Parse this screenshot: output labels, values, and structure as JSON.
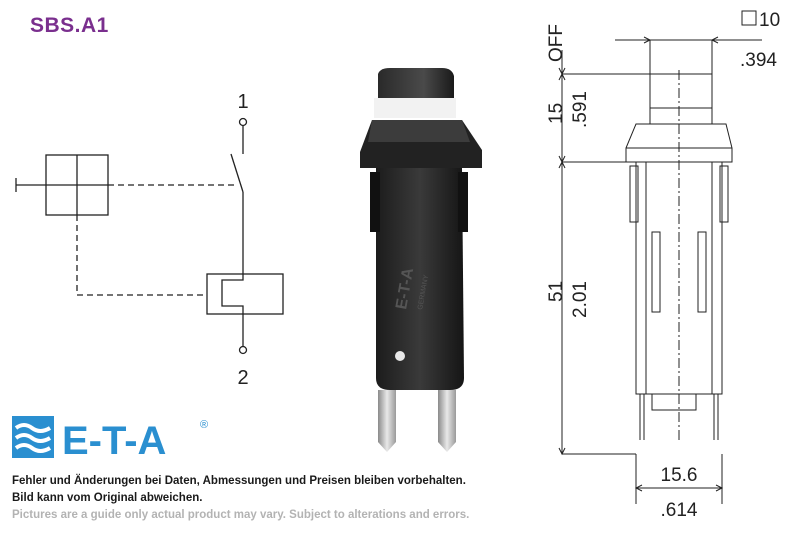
{
  "product": {
    "code": "SBS.A1"
  },
  "schematic": {
    "pin_top": "1",
    "pin_bottom": "2"
  },
  "photo": {
    "body_text": "E-T-A",
    "body_subtext": "GERMANY"
  },
  "dimensions": {
    "off_label": "OFF",
    "square_mm": "10",
    "square_in": ".394",
    "actuator_mm": "15",
    "actuator_in": ".591",
    "body_mm": "51",
    "body_in": "2.01",
    "width_mm": "15.6",
    "width_in": ".614"
  },
  "brand": {
    "logo_text": "E-T-A",
    "registered": "®"
  },
  "disclaimer": {
    "de_line1": "Fehler und Änderungen bei Daten, Abmessungen und Preisen bleiben vorbehalten.",
    "de_line2": "Bild kann vom Original abweichen.",
    "en_line": "Pictures are a guide only actual product may vary. Subject to alterations and errors."
  },
  "colors": {
    "title": "#7a2f8e",
    "logo_blue": "#2a8fd0",
    "disclaimer_grey": "#b3b3b3"
  }
}
